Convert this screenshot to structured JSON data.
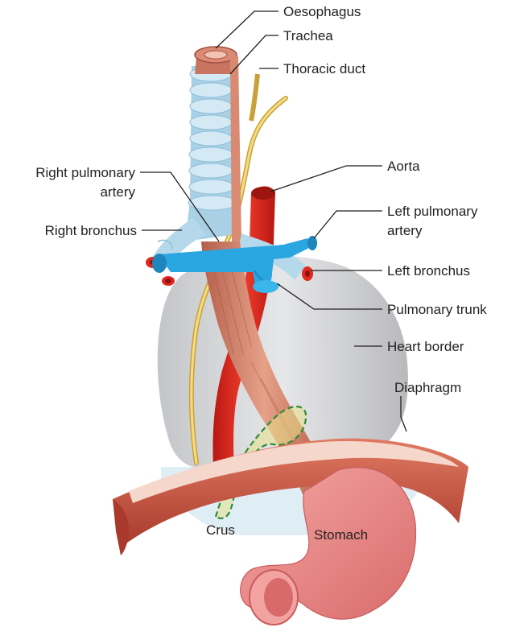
{
  "labels": {
    "oesophagus": "Oesophagus",
    "trachea": "Trachea",
    "thoracic_duct": "Thoracic duct",
    "right_pulmonary_artery_line1": "Right pulmonary",
    "right_pulmonary_artery_line2": "artery",
    "aorta": "Aorta",
    "left_pulmonary_artery_line1": "Left pulmonary",
    "left_pulmonary_artery_line2": "artery",
    "right_bronchus": "Right bronchus",
    "left_bronchus": "Left bronchus",
    "pulmonary_trunk": "Pulmonary trunk",
    "heart_border": "Heart border",
    "diaphragm": "Diaphragm",
    "crus": "Crus",
    "stomach": "Stomach"
  },
  "colors": {
    "oesophagus": "#d98a72",
    "oesophagus_dark": "#b9604c",
    "trachea": "#a8cfe3",
    "trachea_ring": "#c9e4f1",
    "aorta": "#e0281e",
    "thoracic_duct": "#f2d36b",
    "pulmonary_artery": "#2aa6e0",
    "heart": "#d5d6d8",
    "diaphragm_muscle": "#c9503e",
    "diaphragm_tendon": "#f4d4c8",
    "stomach": "#ec8e8c",
    "crus_outline": "#2e8b3a",
    "crus_fill": "#e6e08a"
  }
}
